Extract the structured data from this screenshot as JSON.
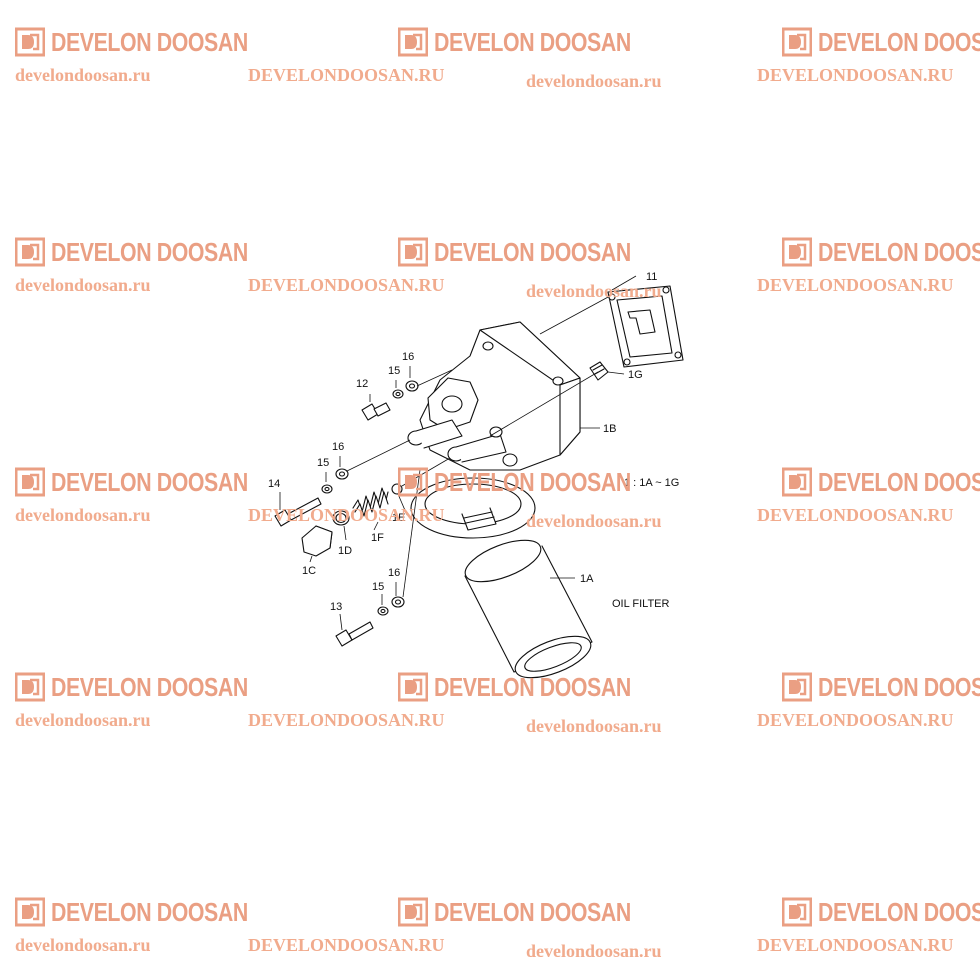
{
  "watermark": {
    "brand": "DEVELON DOOSAN",
    "url_lower": "develondoosan.ru",
    "url_upper": "DEVELONDOOSAN.RU",
    "color": "#ea9f83"
  },
  "diagram": {
    "labels": {
      "p11": "11",
      "p1G": "1G",
      "p1B": "1B",
      "p12": "12",
      "p15a": "15",
      "p16a": "16",
      "p16b": "16",
      "p15b": "15",
      "p14": "14",
      "p1E": "1E",
      "p1F": "1F",
      "p1D": "1D",
      "p1C": "1C",
      "p1A": "1A",
      "p15c": "15",
      "p16c": "16",
      "p13": "13"
    },
    "scale_note": "1 : 1A ~ 1G",
    "caption": "OIL FILTER"
  }
}
